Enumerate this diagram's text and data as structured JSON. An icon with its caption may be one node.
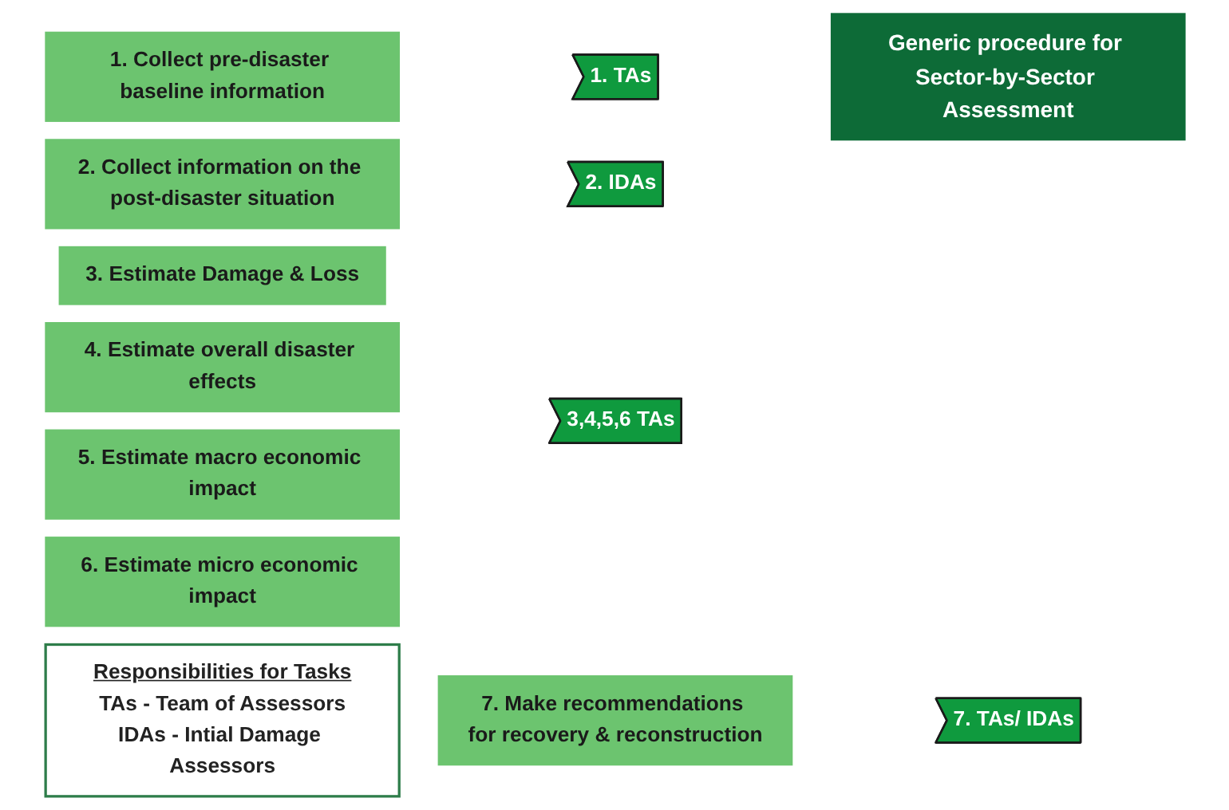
{
  "diagram": {
    "nodes": [
      {
        "text": [
          "1. Collect pre-disaster baseline information"
        ]
      },
      {
        "text": [
          "1. TAs"
        ]
      },
      {
        "text": [
          "Generic procedure for Sector-by-Sector Assessment"
        ]
      },
      {
        "text": [
          "2. Collect information on the post-disaster situation"
        ]
      },
      {
        "text": [
          "2. IDAs"
        ]
      },
      {
        "text": [
          "3. Estimate Damage & Loss"
        ]
      },
      {
        "text": [
          "4. Estimate overall disaster effects"
        ]
      },
      {
        "text": [
          "3,4,5,6 TAs"
        ]
      },
      {
        "text": [
          "5. Estimate macro economic impact"
        ]
      },
      {
        "text": [
          "6. Estimate micro economic impact"
        ]
      },
      {
        "text": [
          "Responsibilities for Tasks",
          "TAs - Team of Assessors",
          "IDAs - Intial Damage Assessors"
        ]
      },
      {
        "text": [
          "7. Make recommendations for recovery & reconstruction"
        ]
      },
      {
        "text": [
          "7. TAs/ IDAs"
        ]
      }
    ]
  }
}
